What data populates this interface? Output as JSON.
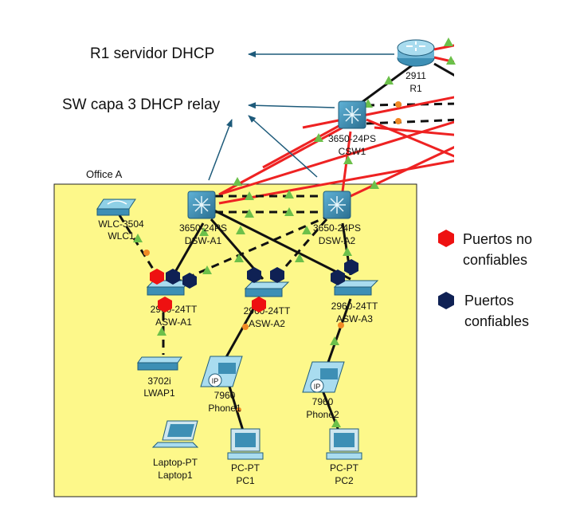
{
  "annotations": {
    "dhcp_server": "R1 servidor DHCP",
    "dhcp_relay": "SW capa 3 DHCP relay"
  },
  "area": {
    "label": "Office A"
  },
  "devices": {
    "r1": {
      "model": "2911",
      "name": "R1"
    },
    "csw1": {
      "model": "3650-24PS",
      "name": "CSW1"
    },
    "dswa1": {
      "model": "3650-24PS",
      "name": "DSW-A1"
    },
    "dswa2": {
      "model": "3650-24PS",
      "name": "DSW-A2"
    },
    "wlc1": {
      "model": "WLC-3504",
      "name": "WLC1"
    },
    "aswa1": {
      "model": "2960-24TT",
      "name": "ASW-A1"
    },
    "aswa2": {
      "model": "2960-24TT",
      "name": "ASW-A2"
    },
    "aswa3": {
      "model": "2960-24TT",
      "name": "ASW-A3"
    },
    "lwap1": {
      "model": "3702i",
      "name": "LWAP1"
    },
    "phone1": {
      "model": "7960",
      "name": "Phone1",
      "badge": "IP"
    },
    "phone2": {
      "model": "7960",
      "name": "Phone2",
      "badge": "IP"
    },
    "laptop1": {
      "model": "Laptop-PT",
      "name": "Laptop1"
    },
    "pc1": {
      "model": "PC-PT",
      "name": "PC1"
    },
    "pc2": {
      "model": "PC-PT",
      "name": "PC2"
    }
  },
  "legend": {
    "untrusted": {
      "line1": "Puertos no",
      "line2": "confiables",
      "color": "#ee1111"
    },
    "trusted": {
      "line1": "Puertos",
      "line2": "confiables",
      "color": "#0f2154"
    }
  },
  "colors": {
    "area_fill": "#fdf88a",
    "red_link": "#ee2222",
    "black_link": "#111111",
    "up_triangle": "#6cc04a",
    "orange_dot": "#f08a24",
    "arrow": "#1d5a7a",
    "switch_blue": "#3d8fb5"
  }
}
